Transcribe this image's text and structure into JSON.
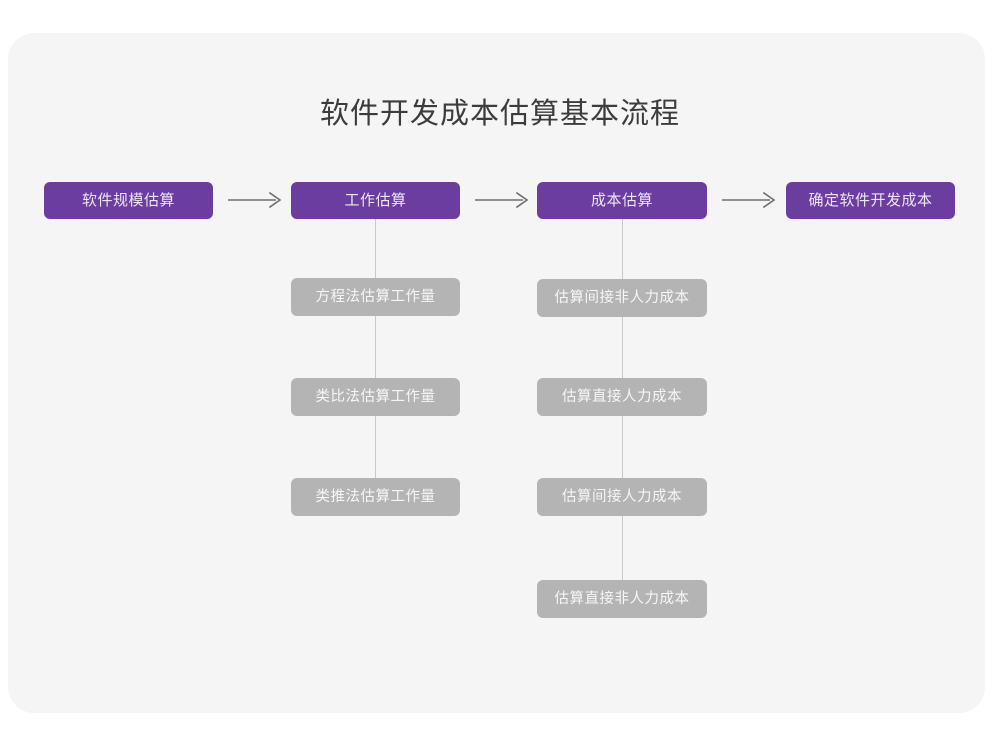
{
  "page": {
    "title": "软件开发成本估算基本流程",
    "background_color": "#ffffff",
    "card_color": "#f5f5f5",
    "accent_color": "#6b3d9e",
    "secondary_color": "#b4b4b4",
    "title_color": "#3c3c3c",
    "connector_color": "#c9c9c9"
  },
  "flow": {
    "main_steps": [
      {
        "label": "软件规模估算"
      },
      {
        "label": "工作估算"
      },
      {
        "label": "成本估算"
      },
      {
        "label": "确定软件开发成本"
      }
    ],
    "arrows": [
      {
        "name": "arrow-1",
        "from": "软件规模估算",
        "to": "工作估算"
      },
      {
        "name": "arrow-2",
        "from": "工作估算",
        "to": "成本估算"
      },
      {
        "name": "arrow-3",
        "from": "成本估算",
        "to": "确定软件开发成本"
      }
    ],
    "branch_work": {
      "parent": "工作估算",
      "items": [
        {
          "label": "方程法估算工作量"
        },
        {
          "label": "类比法估算工作量"
        },
        {
          "label": "类推法估算工作量"
        }
      ]
    },
    "branch_cost": {
      "parent": "成本估算",
      "items": [
        {
          "label": "估算间接非人力成本"
        },
        {
          "label": "估算直接人力成本"
        },
        {
          "label": "估算间接人力成本"
        },
        {
          "label": "估算直接非人力成本"
        }
      ]
    }
  },
  "chart_data": {
    "type": "diagram",
    "title": "软件开发成本估算基本流程",
    "nodes": [
      {
        "id": "n1",
        "label": "软件规模估算",
        "level": "main",
        "column": 1
      },
      {
        "id": "n2",
        "label": "工作估算",
        "level": "main",
        "column": 2
      },
      {
        "id": "n3",
        "label": "成本估算",
        "level": "main",
        "column": 3
      },
      {
        "id": "n4",
        "label": "确定软件开发成本",
        "level": "main",
        "column": 4
      },
      {
        "id": "n2a",
        "label": "方程法估算工作量",
        "level": "sub",
        "column": 2
      },
      {
        "id": "n2b",
        "label": "类比法估算工作量",
        "level": "sub",
        "column": 2
      },
      {
        "id": "n2c",
        "label": "类推法估算工作量",
        "level": "sub",
        "column": 2
      },
      {
        "id": "n3a",
        "label": "估算间接非人力成本",
        "level": "sub",
        "column": 3
      },
      {
        "id": "n3b",
        "label": "估算直接人力成本",
        "level": "sub",
        "column": 3
      },
      {
        "id": "n3c",
        "label": "估算间接人力成本",
        "level": "sub",
        "column": 3
      },
      {
        "id": "n3d",
        "label": "估算直接非人力成本",
        "level": "sub",
        "column": 3
      }
    ],
    "edges": [
      {
        "from": "n1",
        "to": "n2",
        "style": "arrow"
      },
      {
        "from": "n2",
        "to": "n3",
        "style": "arrow"
      },
      {
        "from": "n3",
        "to": "n4",
        "style": "arrow"
      },
      {
        "from": "n2",
        "to": "n2a",
        "style": "line"
      },
      {
        "from": "n2a",
        "to": "n2b",
        "style": "line"
      },
      {
        "from": "n2b",
        "to": "n2c",
        "style": "line"
      },
      {
        "from": "n3",
        "to": "n3a",
        "style": "line"
      },
      {
        "from": "n3a",
        "to": "n3b",
        "style": "line"
      },
      {
        "from": "n3b",
        "to": "n3c",
        "style": "line"
      },
      {
        "from": "n3c",
        "to": "n3d",
        "style": "line"
      }
    ]
  }
}
